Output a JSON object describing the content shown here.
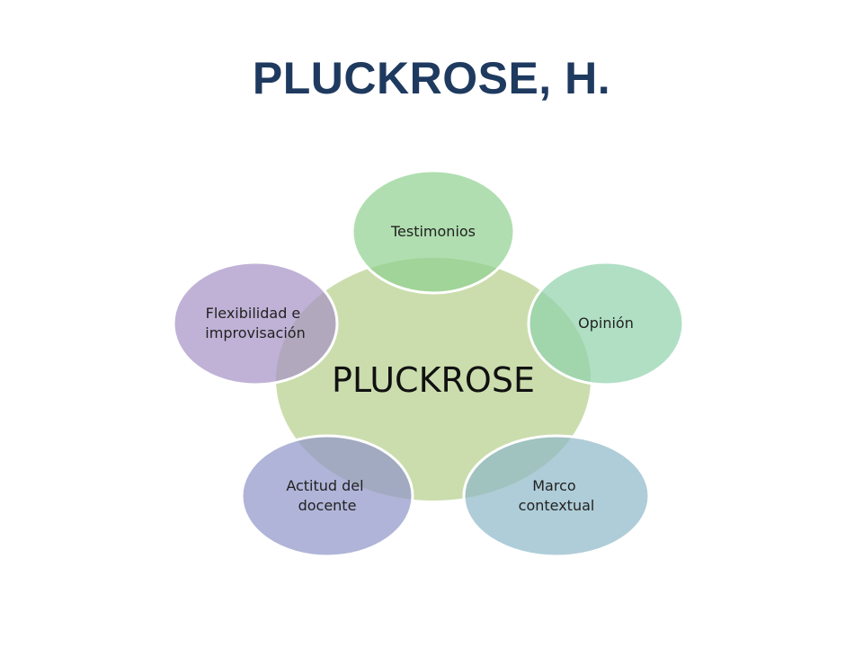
{
  "title": "PLUCKROSE, H.",
  "diagram": {
    "center": {
      "label": "PLUCKROSE",
      "color": "#b5cf8a"
    },
    "nodes": [
      {
        "lines": [
          "Testimonios"
        ],
        "color": "#8fd08f"
      },
      {
        "lines": [
          "Opinión"
        ],
        "color": "#8ed2ab"
      },
      {
        "lines": [
          "Marco",
          "contextual"
        ],
        "color": "#8db8c8"
      },
      {
        "lines": [
          "Actitud del",
          "docente"
        ],
        "color": "#8e94c8"
      },
      {
        "lines": [
          "Flexibilidad e",
          "improvisación"
        ],
        "color": "#a591c4"
      }
    ]
  }
}
